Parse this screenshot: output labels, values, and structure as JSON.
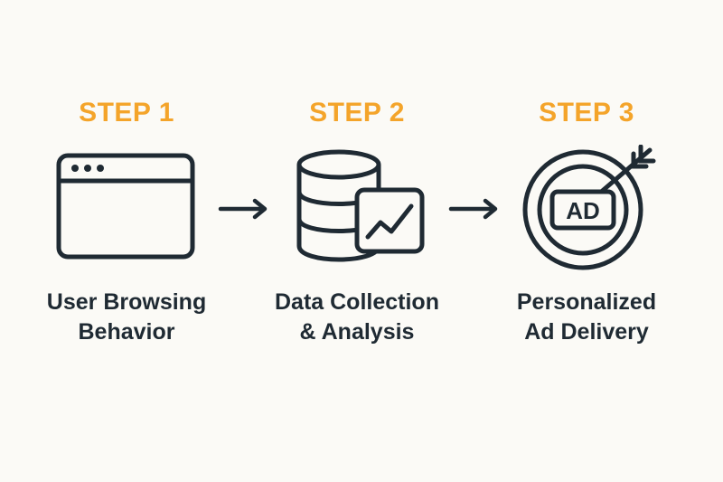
{
  "colors": {
    "background": "#fbfaf6",
    "accent": "#f4a42a",
    "ink": "#1f2a33"
  },
  "steps": [
    {
      "label": "STEP 1",
      "title_lines": [
        "User Browsing",
        "Behavior"
      ],
      "icon": "browser-window-icon"
    },
    {
      "label": "STEP 2",
      "title_lines": [
        "Data Collection",
        "& Analysis"
      ],
      "icon": "database-chart-icon"
    },
    {
      "label": "STEP 3",
      "title_lines": [
        "Personalized",
        "Ad Delivery"
      ],
      "icon": "target-ad-icon",
      "icon_text": "AD"
    }
  ],
  "connectors": [
    "arrow-right-icon",
    "arrow-right-icon"
  ]
}
